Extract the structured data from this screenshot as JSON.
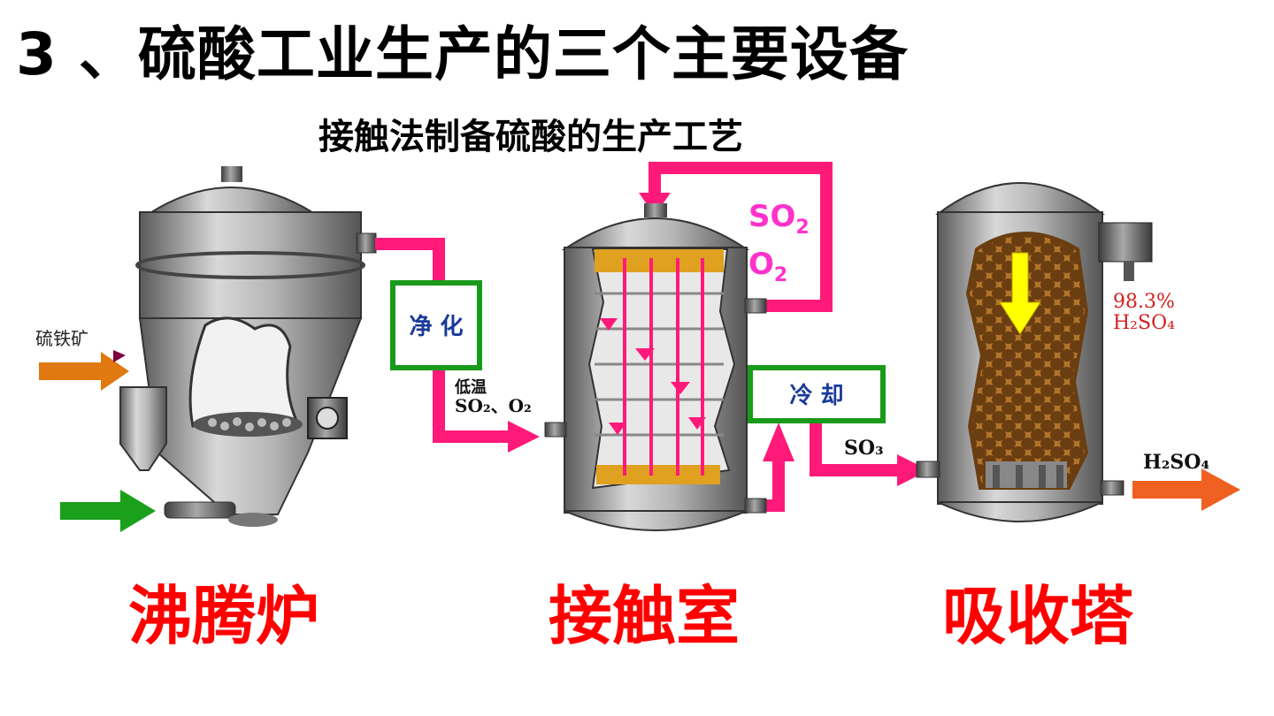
{
  "title": "3 、硫酸工业生产的三个主要设备",
  "subtitle": "接触法制备硫酸的生产工艺",
  "diagram": {
    "inputs": {
      "ore": "硫铁矿"
    },
    "boxes": {
      "purify": "净 化",
      "cool": "冷 却"
    },
    "gas_labels": {
      "low_temp": "低温",
      "so2_o2": "SO₂、O₂",
      "so2": "SO",
      "so2_sub": "2",
      "o2": "O",
      "o2_sub": "2",
      "so3": "SO₃",
      "acid_conc": "98.3%",
      "acid_formula": "H₂SO₄",
      "product": "H₂SO₄"
    },
    "colors": {
      "pipe": "#ff1a7a",
      "box_border": "#1a9a1a",
      "magenta_text": "#ff33cc",
      "ore_arrow": "#e07a10",
      "air_arrow": "#1aa01a",
      "yellow_arrow": "#ffff00",
      "acid_text": "#d42020",
      "steel": "#9a9a9a",
      "packing": "#c08a40"
    }
  },
  "equipment": [
    {
      "name": "沸腾炉"
    },
    {
      "name": "接触室"
    },
    {
      "name": "吸收塔"
    }
  ]
}
